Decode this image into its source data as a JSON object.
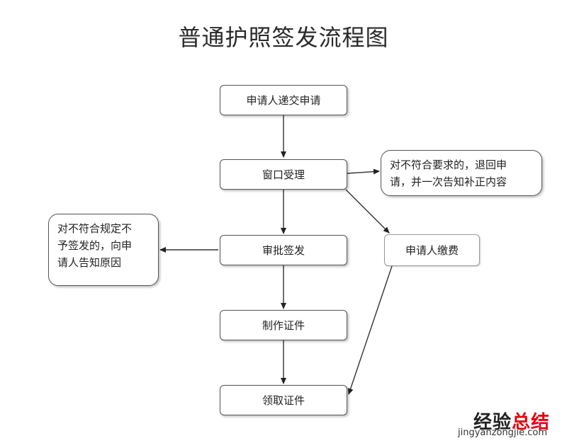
{
  "title": "普通护照签发流程图",
  "nodes": {
    "submit": "申请人递交申请",
    "window": "窗口受理",
    "review": "审批签发",
    "make": "制作证件",
    "collect": "领取证件",
    "pay": "申请人缴费"
  },
  "notes": {
    "reject_window_line1": "对不符合要求的，退回申",
    "reject_window_line2": "请，并一次告知补正内容",
    "reject_review_line1": "对不符合规定不",
    "reject_review_line2": "予签发的，向申",
    "reject_review_line3": "请人告知原因"
  },
  "watermark": {
    "text_part1": "经验",
    "text_part2": "总结",
    "url": "jingyanzongjie.com"
  }
}
